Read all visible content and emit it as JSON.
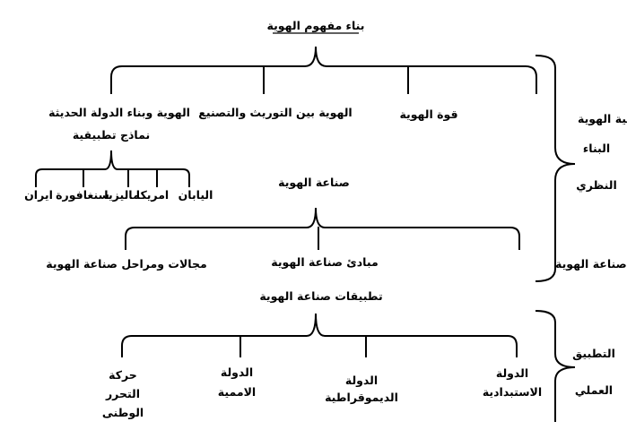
{
  "theory": {
    "title": "بناء مفهوم الهوية",
    "branches": [
      "ماهية واهمية الهوية",
      "قوة الهوية",
      "الهوية بين التوريث والتصنيع",
      "الهوية وبناء الدولة الحديثة"
    ],
    "models_line2": "نماذج تطبيقية",
    "models": [
      "اليابان",
      "امريكا",
      "ماليزيا",
      "سنغافورة",
      "ايران"
    ],
    "side_label_1": "البناء",
    "side_label_2": "النظري"
  },
  "making": {
    "title": "صناعة الهوية",
    "branches": [
      "ماهية واهمية صناعة الهوية",
      "مبادئ صناعة الهوية",
      "مجالات ومراحل صناعة الهوية"
    ]
  },
  "practice": {
    "title": "تطبيقات صناعة الهوية",
    "branches": [
      {
        "line1": "الدولة",
        "line2": "الاستبدادية"
      },
      {
        "line1": "الدولة",
        "line2": "الديموقراطية"
      },
      {
        "line1": "الدولة",
        "line2": "الاممية"
      },
      {
        "line1": "حركة",
        "line2": "التحرر",
        "line3": "الوطنى"
      }
    ],
    "side_label_1": "التطبيق",
    "side_label_2": "العملي"
  },
  "colors": {
    "ink": "#000000",
    "background": "#ffffff"
  }
}
